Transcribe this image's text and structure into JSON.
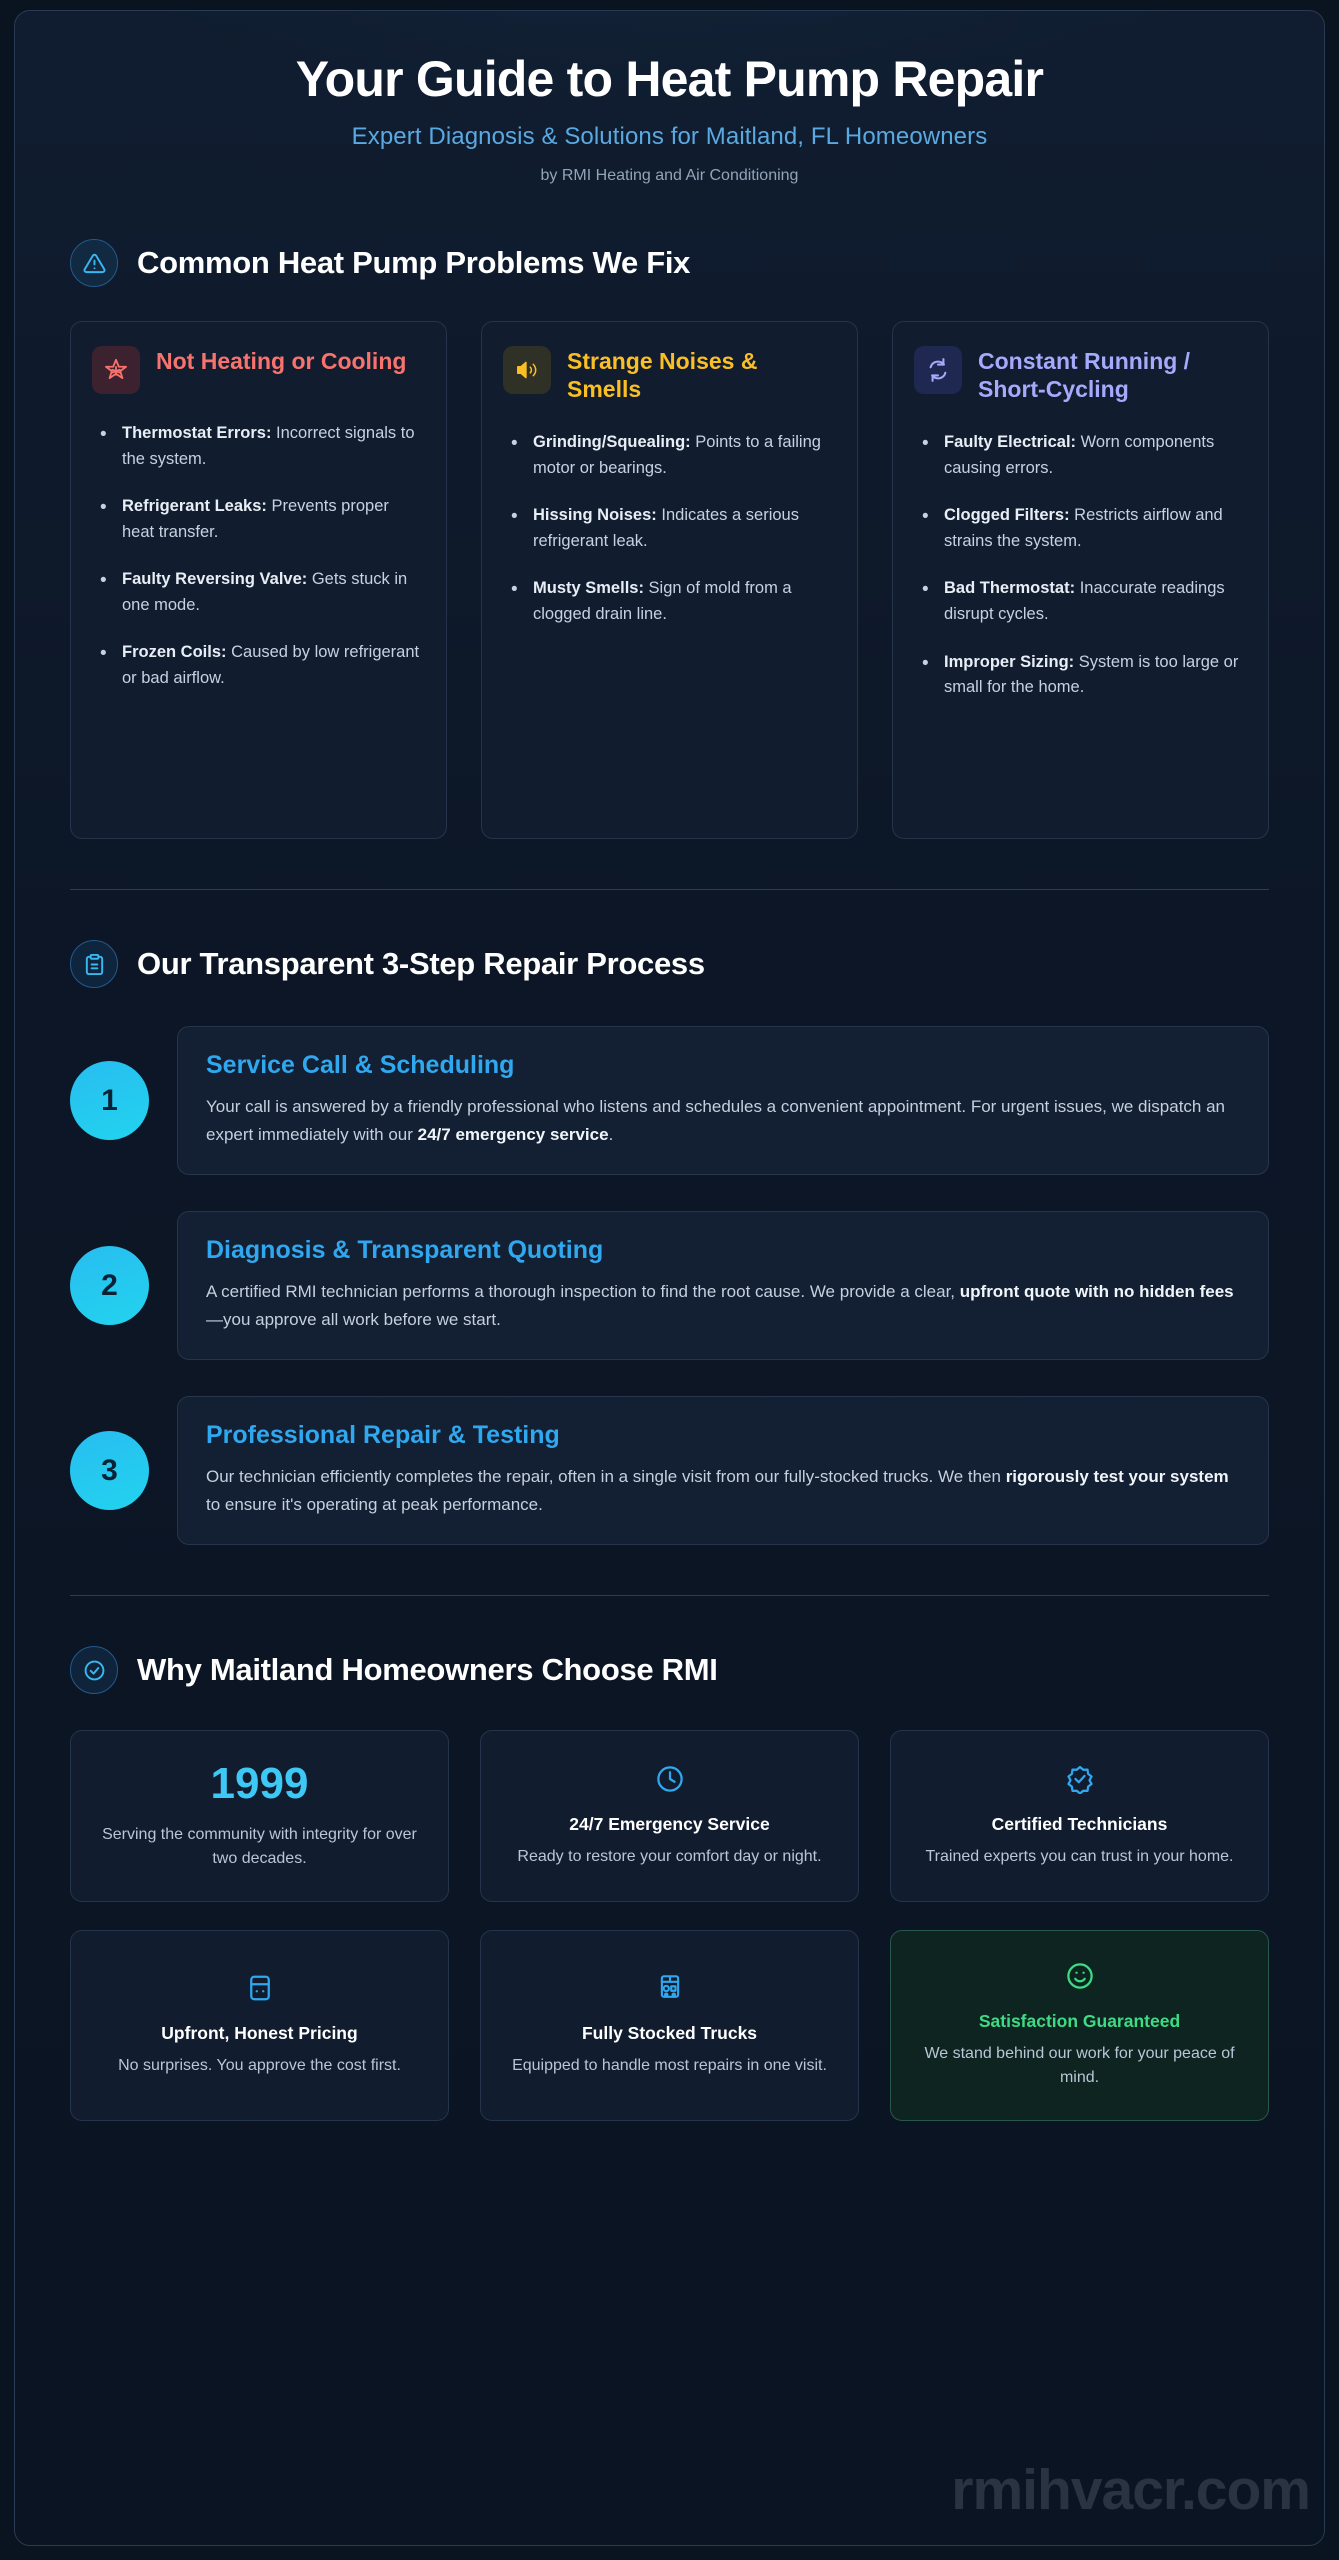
{
  "hero": {
    "title": "Your Guide to Heat Pump Repair",
    "subtitle": "Expert Diagnosis & Solutions for Maitland, FL Homeowners",
    "byline": "by RMI Heating and Air Conditioning"
  },
  "problems_section": {
    "heading": "Common Heat Pump Problems We Fix",
    "icon": "alert-triangle-icon",
    "cards": [
      {
        "title": "Not Heating or Cooling",
        "icon": "snowflake-star-icon",
        "color": "#f8736d",
        "items": [
          {
            "term": "Thermostat Errors:",
            "desc": " Incorrect signals to the system."
          },
          {
            "term": "Refrigerant Leaks:",
            "desc": " Prevents proper heat transfer."
          },
          {
            "term": "Faulty Reversing Valve:",
            "desc": " Gets stuck in one mode."
          },
          {
            "term": "Frozen Coils:",
            "desc": " Caused by low refrigerant or bad airflow."
          }
        ]
      },
      {
        "title": "Strange Noises & Smells",
        "icon": "volume-sound-icon",
        "color": "#fbbf24",
        "items": [
          {
            "term": "Grinding/Squealing:",
            "desc": " Points to a failing motor or bearings."
          },
          {
            "term": "Hissing Noises:",
            "desc": " Indicates a serious refrigerant leak."
          },
          {
            "term": "Musty Smells:",
            "desc": " Sign of mold from a clogged drain line."
          }
        ]
      },
      {
        "title": "Constant Running / Short-Cycling",
        "icon": "refresh-cycle-icon",
        "color": "#a5aafc",
        "items": [
          {
            "term": "Faulty Electrical:",
            "desc": " Worn components causing errors."
          },
          {
            "term": "Clogged Filters:",
            "desc": " Restricts airflow and strains the system."
          },
          {
            "term": "Bad Thermostat:",
            "desc": " Inaccurate readings disrupt cycles."
          },
          {
            "term": "Improper Sizing:",
            "desc": " System is too large or small for the home."
          }
        ]
      }
    ]
  },
  "process_section": {
    "heading": "Our Transparent 3-Step Repair Process",
    "icon": "clipboard-icon",
    "steps": [
      {
        "number": "1",
        "title": "Service Call & Scheduling",
        "text_before": "Your call is answered by a friendly professional who listens and schedules a convenient appointment. For urgent issues, we dispatch an expert immediately with our ",
        "text_bold": "24/7 emergency service",
        "text_after": "."
      },
      {
        "number": "2",
        "title": "Diagnosis & Transparent Quoting",
        "text_before": "A certified RMI technician performs a thorough inspection to find the root cause. We provide a clear, ",
        "text_bold": "upfront quote with no hidden fees",
        "text_after": "—you approve all work before we start."
      },
      {
        "number": "3",
        "title": "Professional Repair & Testing",
        "text_before": "Our technician efficiently completes the repair, often in a single visit from our fully-stocked trucks. We then ",
        "text_bold": "rigorously test your system",
        "text_after": " to ensure it's operating at peak performance."
      }
    ]
  },
  "why_section": {
    "heading": "Why Maitland Homeowners Choose RMI",
    "icon": "check-circle-icon",
    "cards_row1": [
      {
        "big": "1999",
        "icon": "",
        "title": "",
        "desc": "Serving the community with integrity for over two decades."
      },
      {
        "big": "",
        "icon": "clock-icon",
        "title": "24/7 Emergency Service",
        "desc": "Ready to restore your comfort day or night."
      },
      {
        "big": "",
        "icon": "badge-check-icon",
        "title": "Certified Technicians",
        "desc": "Trained experts you can trust in your home."
      }
    ],
    "cards_row2": [
      {
        "big": "",
        "icon": "credit-card-icon",
        "title": "Upfront, Honest Pricing",
        "desc": "No surprises. You approve the cost first."
      },
      {
        "big": "",
        "icon": "truck-icon",
        "title": "Fully Stocked Trucks",
        "desc": "Equipped to handle most repairs in one visit."
      },
      {
        "big": "",
        "icon": "smile-icon",
        "title": "Satisfaction Guaranteed",
        "desc": "We stand behind our work for your peace of mind.",
        "accent": "#3ddc84"
      }
    ]
  },
  "watermark": "rmihvacr.com"
}
